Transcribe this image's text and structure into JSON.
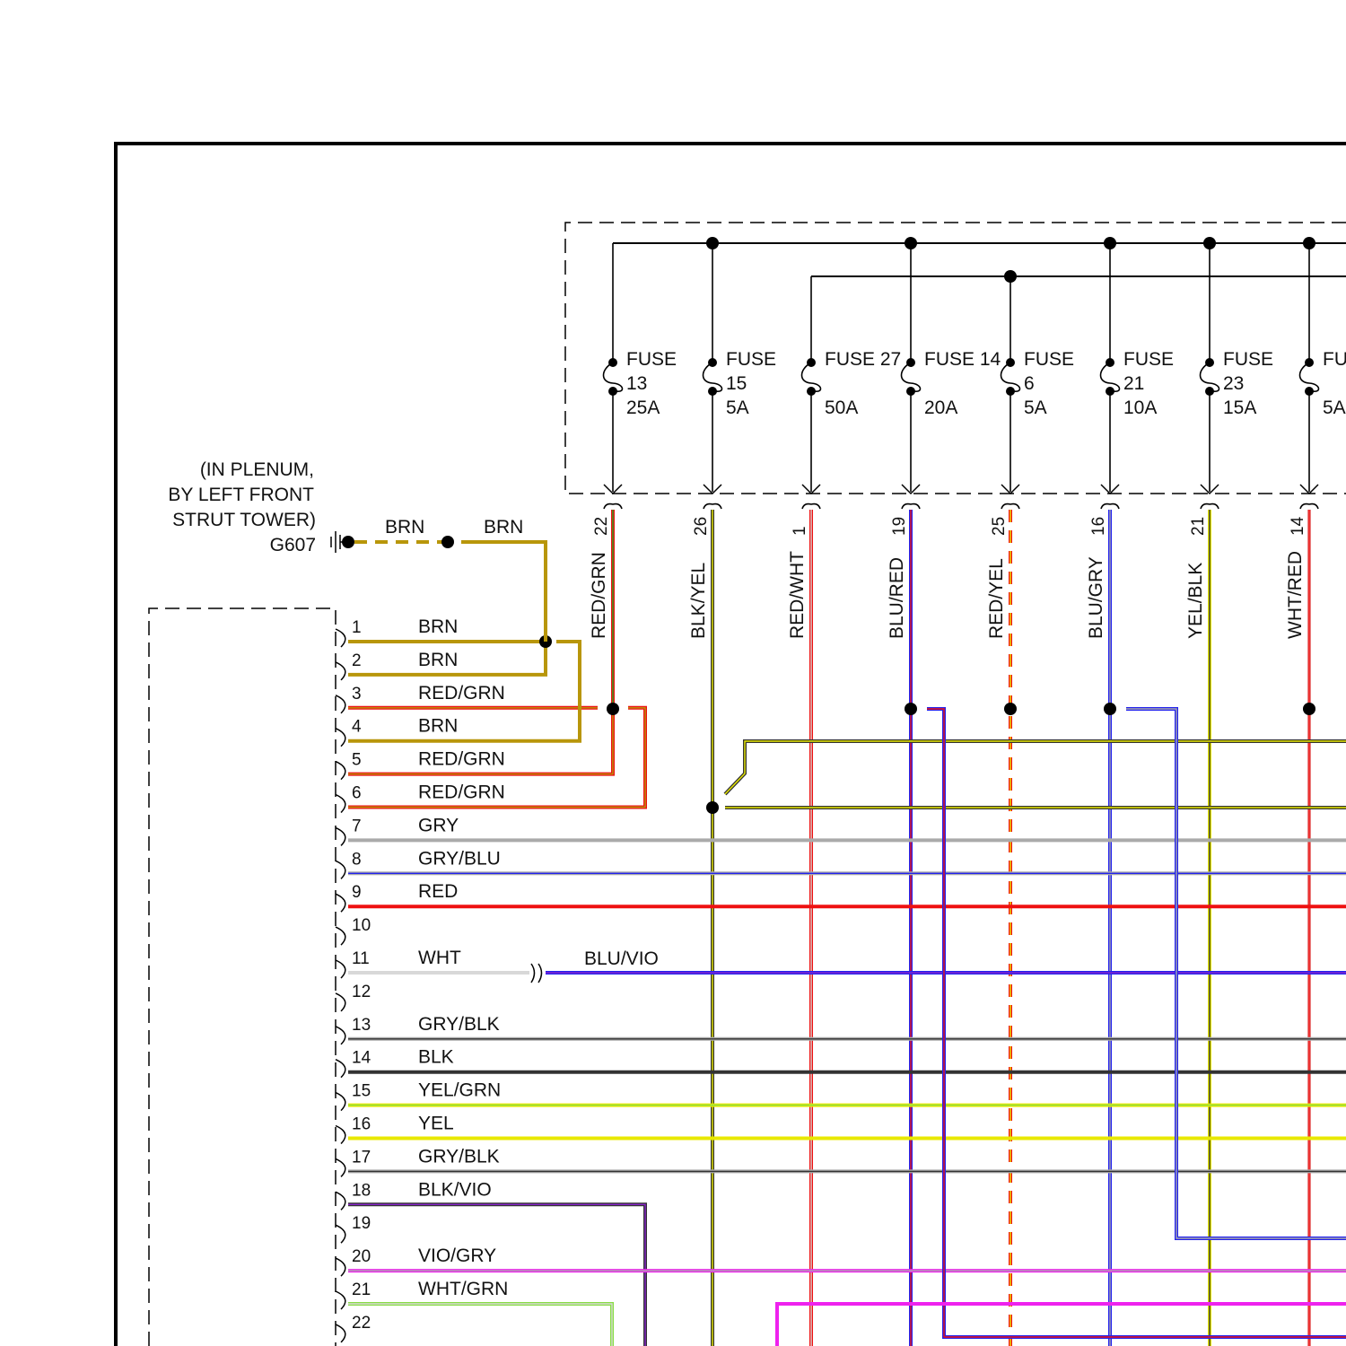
{
  "fuses": [
    {
      "label": "FUSE",
      "number": "13",
      "rating": "25A",
      "cavity": "22",
      "wire": "RED/GRN"
    },
    {
      "label": "FUSE",
      "number": "15",
      "rating": "5A",
      "cavity": "26",
      "wire": "BLK/YEL"
    },
    {
      "label": "FUSE 27",
      "number": "",
      "rating": "50A",
      "cavity": "1",
      "wire": "RED/WHT"
    },
    {
      "label": "FUSE 14",
      "number": "",
      "rating": "20A",
      "cavity": "19",
      "wire": "BLU/RED"
    },
    {
      "label": "FUSE",
      "number": "6",
      "rating": "5A",
      "cavity": "25",
      "wire": "RED/YEL"
    },
    {
      "label": "FUSE",
      "number": "21",
      "rating": "10A",
      "cavity": "16",
      "wire": "BLU/GRY"
    },
    {
      "label": "FUSE",
      "number": "23",
      "rating": "15A",
      "cavity": "21",
      "wire": "YEL/BLK"
    },
    {
      "label": "FU",
      "number": "",
      "rating": "5A",
      "cavity": "14",
      "wire": "WHT/RED"
    }
  ],
  "ground": {
    "location": [
      "(IN PLENUM,",
      "BY LEFT FRONT",
      "STRUT TOWER)"
    ],
    "id": "G607",
    "wire_left": "BRN",
    "wire_right": "BRN"
  },
  "connector_pins": [
    {
      "pin": "1",
      "wire": "BRN"
    },
    {
      "pin": "2",
      "wire": "BRN"
    },
    {
      "pin": "3",
      "wire": "RED/GRN"
    },
    {
      "pin": "4",
      "wire": "BRN"
    },
    {
      "pin": "5",
      "wire": "RED/GRN"
    },
    {
      "pin": "6",
      "wire": "RED/GRN"
    },
    {
      "pin": "7",
      "wire": "GRY"
    },
    {
      "pin": "8",
      "wire": "GRY/BLU"
    },
    {
      "pin": "9",
      "wire": "RED"
    },
    {
      "pin": "10",
      "wire": ""
    },
    {
      "pin": "11",
      "wire": "WHT"
    },
    {
      "pin": "12",
      "wire": ""
    },
    {
      "pin": "13",
      "wire": "GRY/BLK"
    },
    {
      "pin": "14",
      "wire": "BLK"
    },
    {
      "pin": "15",
      "wire": "YEL/GRN"
    },
    {
      "pin": "16",
      "wire": "YEL"
    },
    {
      "pin": "17",
      "wire": "GRY/BLK"
    },
    {
      "pin": "18",
      "wire": "BLK/VIO"
    },
    {
      "pin": "19",
      "wire": ""
    },
    {
      "pin": "20",
      "wire": "VIO/GRY"
    },
    {
      "pin": "21",
      "wire": "WHT/GRN"
    },
    {
      "pin": "22",
      "wire": ""
    }
  ],
  "inline_connector": {
    "wire_after": "BLU/VIO"
  },
  "colors": {
    "BRN": "#b8960a",
    "RED": "#ee1111",
    "GRN": "#22aa22",
    "YEL": "#e8e800",
    "BLK": "#333333",
    "WHT": "#d8d8d8",
    "BLU": "#2222ee",
    "VIO": "#8822cc",
    "GRY": "#aaaaaa",
    "PNK": "#ee22ee",
    "LGRN": "#88dd44"
  }
}
